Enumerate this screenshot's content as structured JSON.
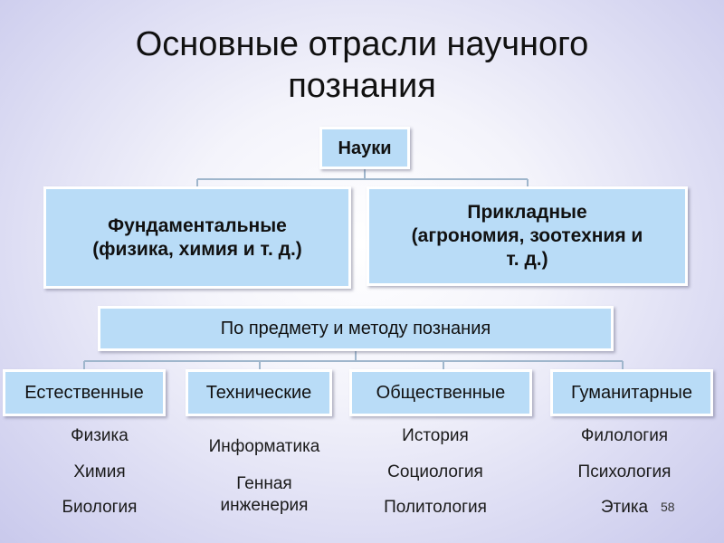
{
  "title_line1": "Основные отрасли научного",
  "title_line2": "познания",
  "root": "Науки",
  "fundamental": {
    "line1": "Фундаментальные",
    "line2": "(физика, химия и т. д.)"
  },
  "applied": {
    "line1": "Прикладные",
    "line2": "(агрономия, зоотехния и",
    "line3": "т. д.)"
  },
  "by_subject": "По предмету и методу познания",
  "categories": [
    {
      "label": "Естественные",
      "examples": [
        "Физика",
        "Химия",
        "Биология"
      ]
    },
    {
      "label": "Технические",
      "examples": [
        "Информатика",
        "Генная",
        "инженерия"
      ]
    },
    {
      "label": "Общественные",
      "examples": [
        "История",
        "Социология",
        "Политология"
      ]
    },
    {
      "label": "Гуманитарные",
      "examples": [
        "Филология",
        "Психология",
        "Этика"
      ]
    }
  ],
  "page_number": "58",
  "colors": {
    "box_fill": "#b9dcf7",
    "connector": "#9fb6cc"
  }
}
